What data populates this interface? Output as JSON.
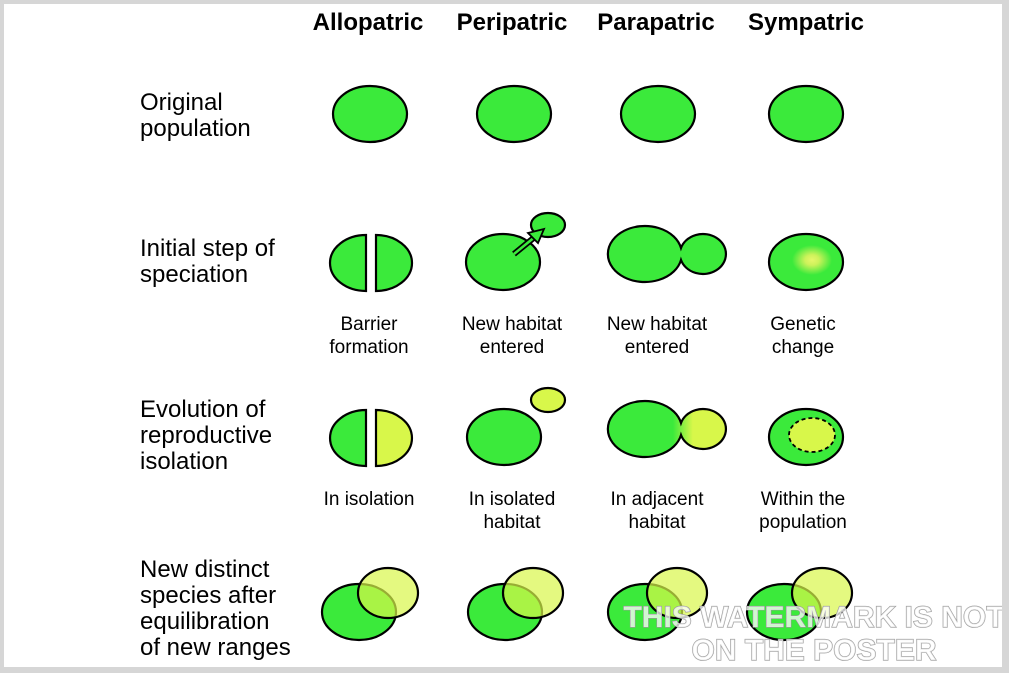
{
  "columns": [
    "Allopatric",
    "Peripatric",
    "Parapatric",
    "Sympatric"
  ],
  "rows": [
    {
      "label_lines": [
        "Original",
        "population"
      ]
    },
    {
      "label_lines": [
        "Initial step of",
        "speciation"
      ]
    },
    {
      "label_lines": [
        "Evolution of",
        "reproductive",
        "isolation"
      ]
    },
    {
      "label_lines": [
        "New distinct",
        "species after",
        "equilibration",
        "of new ranges"
      ]
    }
  ],
  "captions": {
    "initial_step": [
      [
        "Barrier",
        "formation"
      ],
      [
        "New habitat",
        "entered"
      ],
      [
        "New habitat",
        "entered"
      ],
      [
        "Genetic",
        "change"
      ]
    ],
    "reproductive_isolation": [
      [
        "In isolation"
      ],
      [
        "In isolated",
        "habitat"
      ],
      [
        "In adjacent",
        "habitat"
      ],
      [
        "Within the",
        "population"
      ]
    ]
  },
  "watermark": [
    "THIS WATERMARK IS NOT",
    "ON THE POSTER"
  ],
  "colors": {
    "green": "#3bea3b",
    "yellow_green": "#d8f74a",
    "outline": "#000000",
    "frame": "#d6d6d6"
  }
}
